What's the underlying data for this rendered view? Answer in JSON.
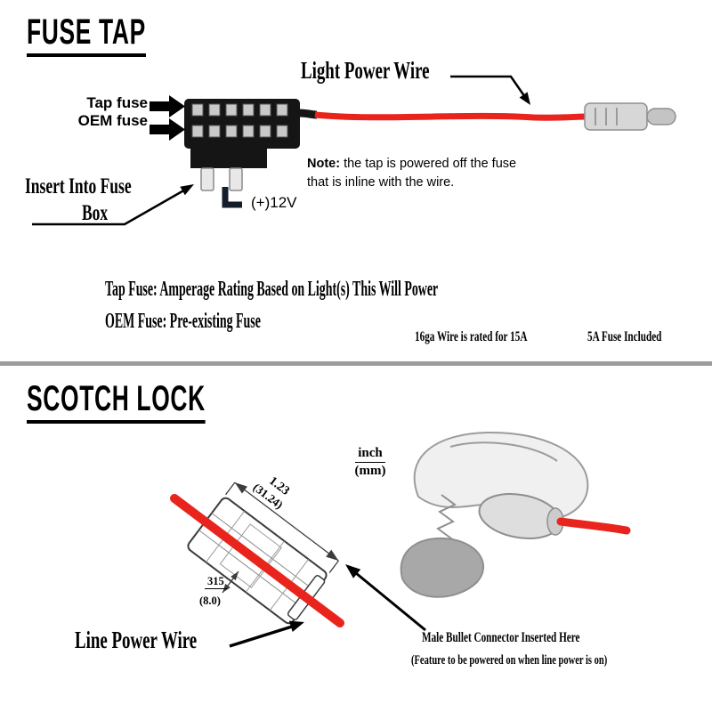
{
  "fuse_tap": {
    "title": "FUSE TAP",
    "light_power_wire_label": "Light Power Wire",
    "tap_fuse_label": "Tap fuse",
    "oem_fuse_label": "OEM fuse",
    "insert_line1": "Insert Into Fuse",
    "insert_line2": "Box",
    "power_label": "(+)12V",
    "note_bold": "Note:",
    "note_line1": " the tap is powered off the fuse",
    "note_line2": "that is inline with the wire.",
    "tap_fuse_desc": "Tap Fuse: Amperage Rating Based on Light(s) This Will Power",
    "oem_fuse_desc": "OEM Fuse: Pre-existing Fuse",
    "wire_rating_note": "16ga Wire is rated for 15A",
    "fuse_included_note": "5A Fuse Included"
  },
  "scotch_lock": {
    "title": "SCOTCH LOCK",
    "dim_length_in": "1.23",
    "dim_length_mm": "(31.24)",
    "dim_height_in": "315",
    "dim_height_mm": "(8.0)",
    "units_top": "inch",
    "units_bottom": "(mm)",
    "line_power_wire_label": "Line Power Wire",
    "bullet_note_line1": "Male Bullet Connector Inserted Here",
    "bullet_note_line2": "(Feature to be powered on when line power is on)"
  },
  "colors": {
    "wire_red": "#e8241d",
    "divider_gray": "#9c9c9c",
    "ink": "#000000"
  }
}
